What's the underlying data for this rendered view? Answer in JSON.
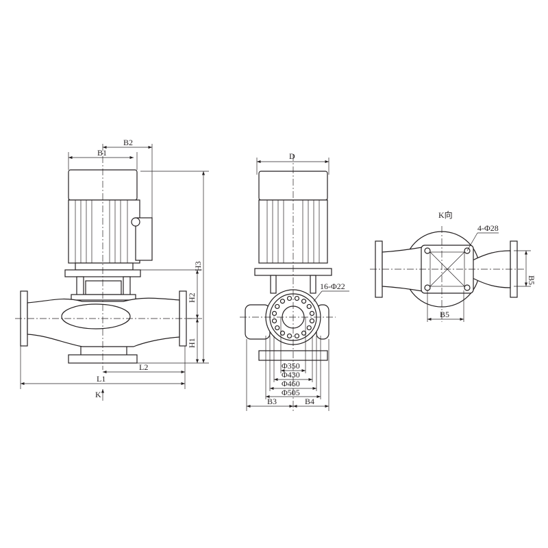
{
  "front_view": {
    "dims": {
      "b2": "B2",
      "b1": "B1",
      "h3": "H3",
      "h2": "H2",
      "h1": "H1",
      "l2": "L2",
      "l1": "L1",
      "k": "K"
    }
  },
  "side_view": {
    "dims": {
      "d": "D",
      "bolts": "16-Φ22",
      "phi350": "Φ350",
      "phi430": "Φ430",
      "phi460": "Φ460",
      "phi505": "Φ505",
      "b3": "B3",
      "b4": "B4"
    }
  },
  "k_view": {
    "title": "K向",
    "dims": {
      "holes": "4-Φ28",
      "b5_vertical": "B5",
      "b5_horizontal": "B5"
    }
  },
  "colors": {
    "line": "#231f20",
    "background": "#ffffff"
  }
}
